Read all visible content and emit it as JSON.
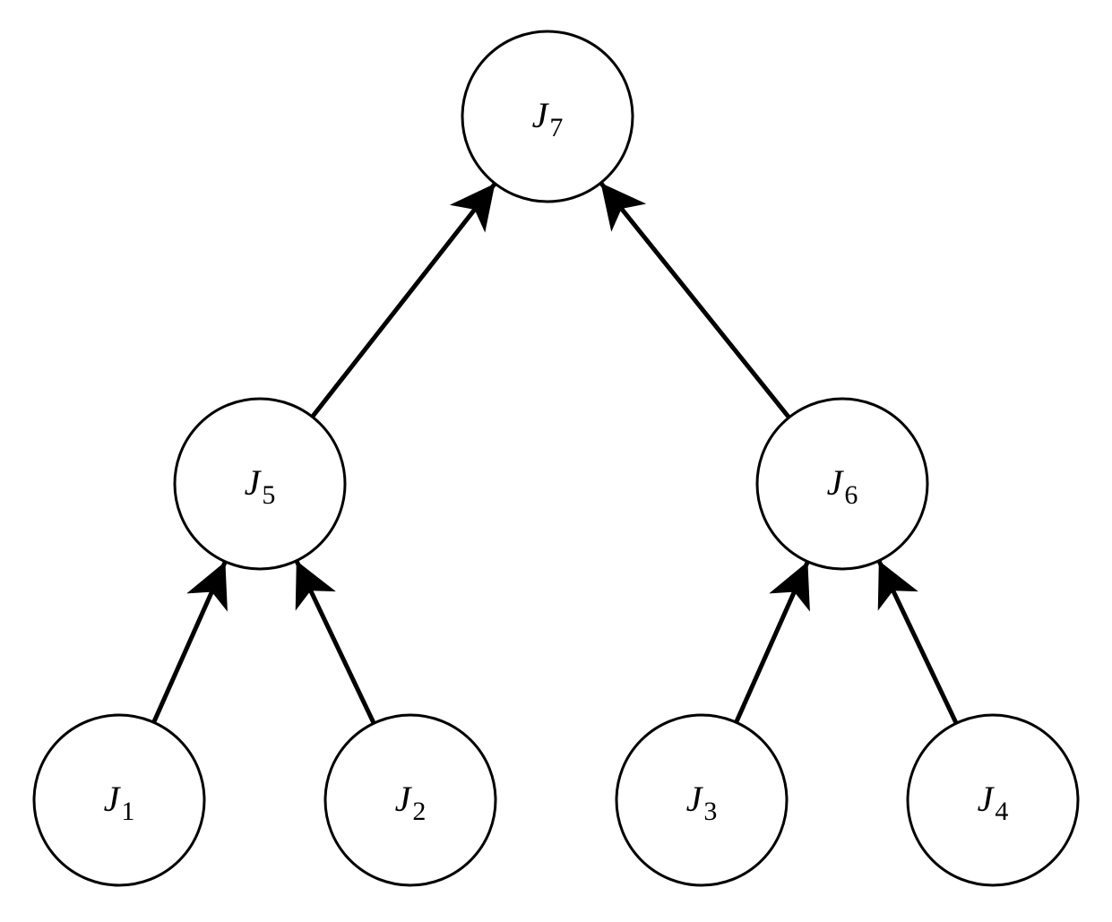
{
  "diagram": {
    "type": "tree",
    "colors": {
      "stroke": "#000000",
      "node_fill": "#ffffff",
      "background": "#ffffff"
    },
    "nodes": [
      {
        "id": "J7",
        "letter": "J",
        "sub": "7"
      },
      {
        "id": "J5",
        "letter": "J",
        "sub": "5"
      },
      {
        "id": "J6",
        "letter": "J",
        "sub": "6"
      },
      {
        "id": "J1",
        "letter": "J",
        "sub": "1"
      },
      {
        "id": "J2",
        "letter": "J",
        "sub": "2"
      },
      {
        "id": "J3",
        "letter": "J",
        "sub": "3"
      },
      {
        "id": "J4",
        "letter": "J",
        "sub": "4"
      }
    ],
    "edges": [
      {
        "from": "J5",
        "to": "J7"
      },
      {
        "from": "J6",
        "to": "J7"
      },
      {
        "from": "J1",
        "to": "J5"
      },
      {
        "from": "J2",
        "to": "J5"
      },
      {
        "from": "J3",
        "to": "J6"
      },
      {
        "from": "J4",
        "to": "J6"
      }
    ]
  }
}
